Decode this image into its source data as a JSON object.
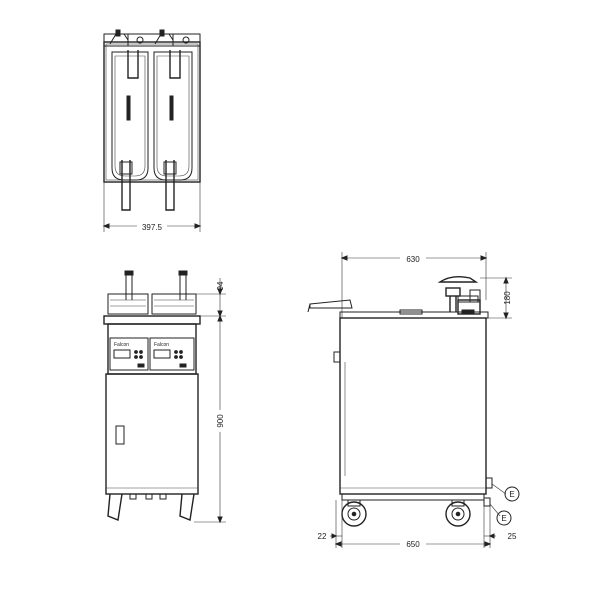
{
  "top_view": {
    "width_label": "397.5"
  },
  "front_view": {
    "height_label": "900",
    "basket_height_label": "94",
    "panel_brand_left": "Falcon",
    "panel_brand_right": "Falcon"
  },
  "side_view": {
    "width_label": "630",
    "height_label": "180",
    "base_width_label": "650",
    "left_offset_label": "22",
    "right_offset_label": "25",
    "callout_upper": "E",
    "callout_lower": "E"
  }
}
